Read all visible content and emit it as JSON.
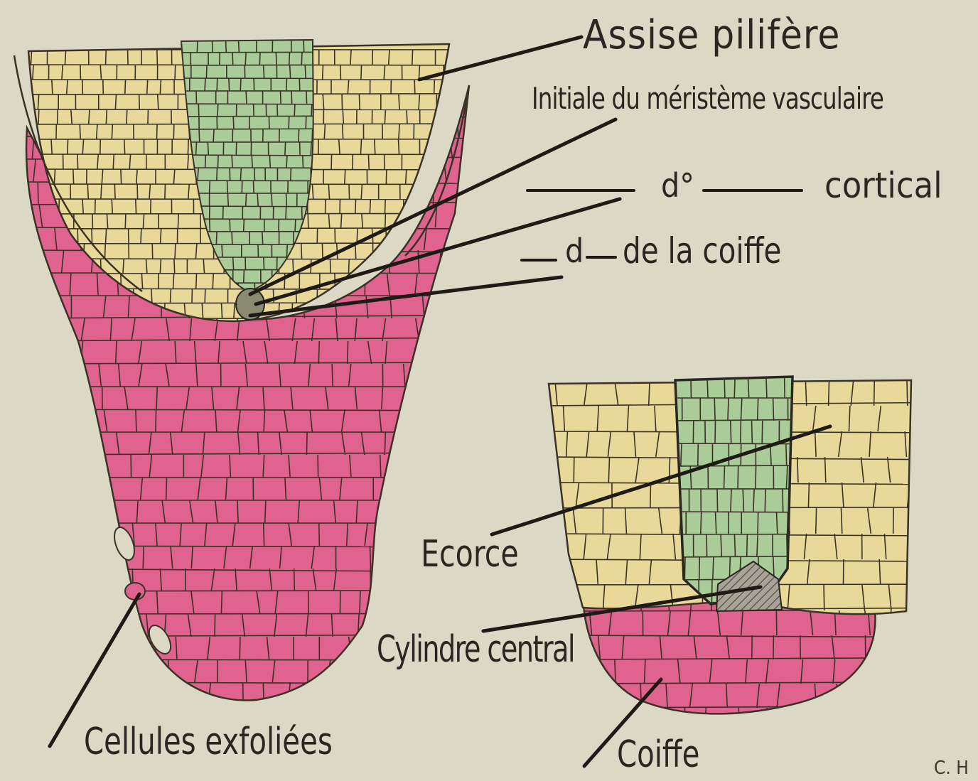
{
  "labels": {
    "assise_pilifere": "Assise pilifère",
    "initiale_meristeme_vasculaire": "Initiale du méristème vasculaire",
    "cortical_ditto": "d°",
    "cortical": "cortical",
    "coiffe_ditto": "d",
    "coiffe_initiale": "de la coiffe",
    "ecorce": "Ecorce",
    "cylindre_central": "Cylindre central",
    "cellules_exfoliees": "Cellules exfoliées",
    "coiffe": "Coiffe",
    "credit": "C. H"
  },
  "colors": {
    "paper": "#dcd8c6",
    "cortex_yellow": "#e8d99a",
    "vascular_green": "#a9cc98",
    "cap_pink": "#e0628f",
    "cell_wall": "#3a3226",
    "pointer_line": "#1e1a16",
    "initial_hatch": "#6f6a60"
  }
}
